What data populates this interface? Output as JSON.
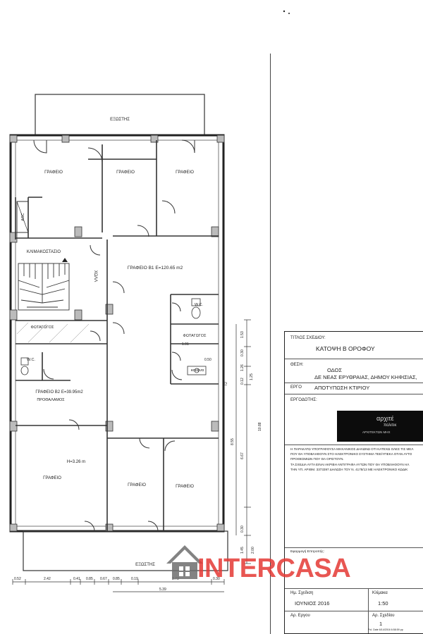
{
  "plan": {
    "rooms": {
      "balcony_top": "ΕΞΩΣΤΗΣ",
      "office_1": "ΓΡΑΦΕΙΟ",
      "office_2": "ΓΡΑΦΕΙΟ",
      "office_3": "ΓΡΑΦΕΙΟ",
      "asc": "ASC",
      "staircase": "ΚΛΙΜΑΚΟΣΤΑΣΙΟ",
      "hall": "ΧΩΛΛ",
      "office_b1": "ΓΡΑΦΕΙΟ Β1 Ε=120.65 m2",
      "wc_1": "W.C.",
      "skylight_1": "ΦΩΤΑΓΩΓΟΣ",
      "skylight_2": "ΦΩΤΑΓΩΓΟΣ",
      "wc_2": "W.C.",
      "kitchen": "κουζινα",
      "office_b2": "ΓΡΑΦΕΙΟ Β2 Ε=39.95m2",
      "anteroom": "ΠΡΟΘΑΛΑΜΟΣ",
      "height": "Η=3.26 m",
      "office_4": "ΓΡΑΦΕΙΟ",
      "office_5": "ΓΡΑΦΕΙΟ",
      "office_6": "ΓΡΑΦΕΙΟ",
      "balcony_bottom": "ΕΞΩΣΤΗΣ"
    },
    "dims": {
      "d191": "1.91",
      "d050": "0.50",
      "t2": "T2",
      "r153": "1.53",
      "r030": "0.30",
      "r126": "1.26",
      "r012": "0.12",
      "r125": "1.25",
      "r855": "8.55",
      "r1088": "10.88",
      "r667": "6.67",
      "r030b": "0.30",
      "r145": "1.45",
      "r200": "2.00",
      "b052": "0.52",
      "b242": "2.42",
      "b041": "0.41",
      "b085": "0.85",
      "b067": "0.67",
      "b085b": "0.85",
      "b019": "0.19",
      "b373": "3.73",
      "b030": "0.30",
      "b539": "5.39"
    }
  },
  "title_block": {
    "title_label": "ΤΙΤΛΟΣ ΣΧΕΔΙΟΥ:",
    "title_value": "ΚΑΤΟΨΗ Β ΟΡΟΦΟΥ",
    "location_label": "ΘΕΣΗ:",
    "location_line1": "ΟΔΟΣ",
    "location_line2": "ΔΕ ΝΕΑΣ ΕΡΥΘΡΑΙΑΣ, ΔΗΜΟΥ ΚΗΦΙΣΙΑΣ,",
    "project_label": "ΕΡΓΟ",
    "project_value": "ΑΠΟΤΥΠΩΣΗ ΚΤΙΡΙΟΥ",
    "owner_label": "ΕΡΓΟΔΟΤΗΣ:",
    "stamp_word": "αρχιτέ",
    "stamp_word2": "πολιτικ",
    "stamp_line": "ΑΡΧΙΤΕΚΤΩΝ ΜΗΧ",
    "statement_1": "Η ΠΑΡΑΚΑΤΩ ΥΠΟΓΡΑΦΟΥΣΑ ΜΗΧΑΝΙΚΟΣ ΔΗΛΩΝΩ ΟΤΙ ΚΑΤΕΧΩ ΟΛΕΣ ΤΙΣ ΜΕΛ",
    "statement_2": "ΠΟΥ ΘΑ ΥΠΟΒΛΗΘΟΥΝ ΣΤΟ ΗΛΕΚΤΡΟΝΙΚΟ ΣΥΣΤΗΜΑ ΤΕΕ/ΥΠΕΚΑ ΟΤΑΝ ΑΥΤΟ",
    "statement_3": "ΠΡΟΘΕΣΜΙΩΝ ΠΟΥ ΘΑ ΟΡΙΣΤΟΥΝ.",
    "statement_4": "ΤΑ ΣΧΕΔΙΑ ΑΥΤΑ ΕΙΝΑΙ ΑΚΡΙΒΗ ΑΝΤΙΓΡΑΦΑ ΑΥΤΩΝ ΠΟΥ ΘΑ ΥΠΟΒΛΗΘΟΥΝ ΗΛ",
    "statement_5": "ΤΗΝ ΥΠ. ΑΡΙΘΜ. 3373397 ΔΗΛΩΣΗ ΤΟΥ Ν. 4178/13 ΜΕ ΗΛΕΚΤΡΟΝΙΚΟ ΚΩΔΙΚ",
    "signature_label": "Εφαρμογή Επιτροπής:",
    "date_label": "Ημ. Σχεδιση",
    "date_value": "ΙΟΥΝΙΟΣ 2016",
    "scale_label": "Κλίμακα",
    "scale_value": "1:50",
    "project_no_label": "Αρ. Εργου",
    "drawing_no_label": "Αρ. Σχεδίου",
    "drawing_no_value": "1",
    "footer": "Pol. Date 6/14/2016 6:58:59 pp"
  },
  "watermark": {
    "brand": "INTERCASA",
    "color": "#e53935",
    "house_color": "#6d6d6d"
  }
}
